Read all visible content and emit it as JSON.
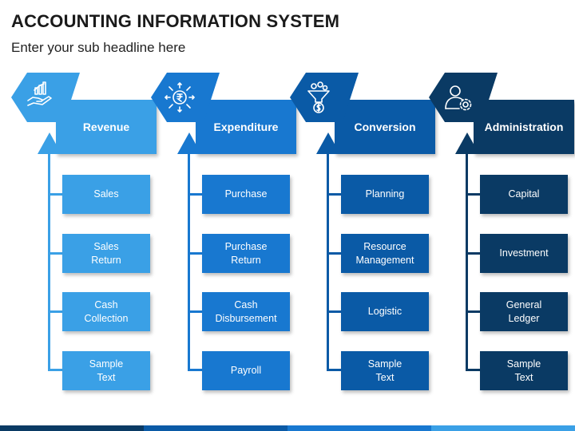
{
  "title": "ACCOUNTING INFORMATION SYSTEM",
  "subtitle": "Enter your sub headline here",
  "columns": [
    {
      "icon": "hand-chart-icon",
      "header": "Revenue",
      "colors": {
        "hex": "#3aa0e6",
        "header": "#3aa0e6",
        "item": "#3aa0e6",
        "line": "#3aa0e6"
      },
      "items": [
        "Sales",
        "Sales\nReturn",
        "Cash\nCollection",
        "Sample\nText"
      ]
    },
    {
      "icon": "rupee-coin-icon",
      "header": "Expenditure",
      "colors": {
        "hex": "#1878d0",
        "header": "#1878d0",
        "item": "#1878d0",
        "line": "#1878d0"
      },
      "items": [
        "Purchase",
        "Purchase\nReturn",
        "Cash\nDisbursement",
        "Payroll"
      ]
    },
    {
      "icon": "funnel-dollar-icon",
      "header": "Conversion",
      "colors": {
        "hex": "#0a5aa6",
        "header": "#0a5aa6",
        "item": "#0a5aa6",
        "line": "#0a5aa6"
      },
      "items": [
        "Planning",
        "Resource\nManagement",
        "Logistic",
        "Sample\nText"
      ]
    },
    {
      "icon": "user-gear-icon",
      "header": "Administration",
      "colors": {
        "hex": "#0a3a64",
        "header": "#0a3a64",
        "item": "#0a3a64",
        "line": "#0a3a64"
      },
      "items": [
        "Capital",
        "Investment",
        "General\nLedger",
        "Sample\nText"
      ]
    }
  ],
  "bottom_bar_colors": [
    "#0a3a64",
    "#0a5aa6",
    "#1878d0",
    "#3aa0e6"
  ]
}
